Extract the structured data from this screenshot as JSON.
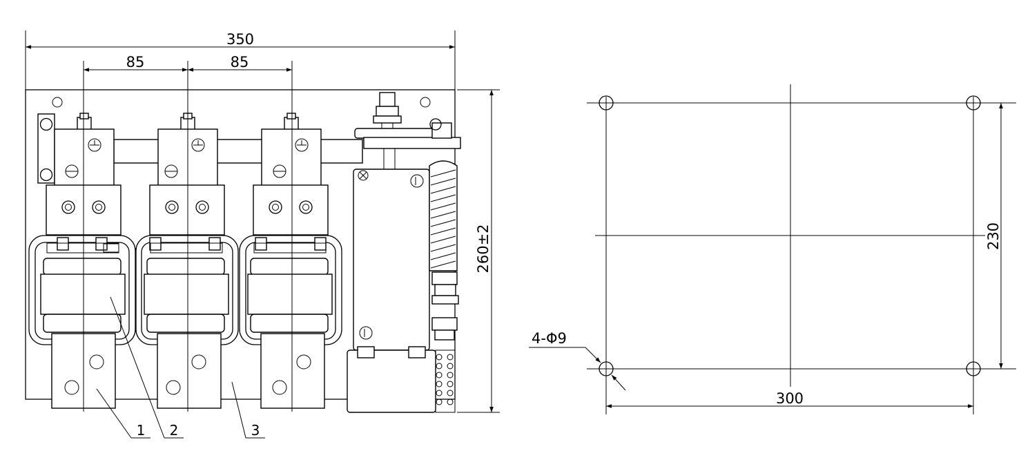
{
  "left_view": {
    "dimensions": {
      "overall_width": "350",
      "pole_pitch_1": "85",
      "pole_pitch_2": "85",
      "overall_height": "260±2"
    },
    "callouts": [
      "1",
      "2",
      "3"
    ]
  },
  "right_view": {
    "dimensions": {
      "hole_spacing_width": "300",
      "hole_spacing_height": "230",
      "holes": "4-Φ9"
    }
  }
}
